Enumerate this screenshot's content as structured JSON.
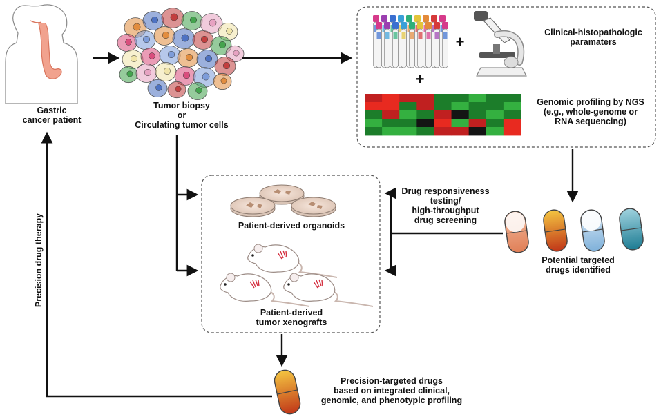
{
  "patient": {
    "label_lines": [
      "Gastric",
      "cancer patient"
    ]
  },
  "biopsy": {
    "label_lines": [
      "Tumor biopsy",
      "or",
      "Circulating tumor cells"
    ]
  },
  "clinical": {
    "label_lines": [
      "Clinical-histopathologic",
      "paramaters"
    ],
    "plus": "+"
  },
  "genomic": {
    "label_lines": [
      "Genomic profiling by NGS",
      "(e.g., whole-genome or",
      "RNA sequencing)"
    ]
  },
  "drug_testing": {
    "label_lines": [
      "Drug responsiveness",
      "testing/",
      "high-throughput",
      "drug screening"
    ]
  },
  "organoids": {
    "label": "Patient-derived organoids"
  },
  "xenografts": {
    "label_lines": [
      "Patient-derived",
      "tumor xenografts"
    ]
  },
  "targeted": {
    "label_lines": [
      "Potential targeted",
      "drugs identified"
    ]
  },
  "precision": {
    "label_lines": [
      "Precision-targeted drugs",
      "based on integrated clinical,",
      "genomic, and phenotypic profiling"
    ]
  },
  "therapy": {
    "label": "Precision drug therapy"
  },
  "colors": {
    "arrow": "#111111",
    "heat_red": "#e02020",
    "heat_green": "#1f9a2e",
    "tube_caps": [
      "#d63a8a",
      "#9b3fb0",
      "#3a6fd0",
      "#3aa0d8",
      "#2fb07a",
      "#e3c43a",
      "#e38a3a",
      "#d63a3a"
    ]
  },
  "heatmap": [
    [
      "r",
      "R",
      "r",
      "r",
      "g",
      "g",
      "G",
      "g",
      "g"
    ],
    [
      "R",
      "R",
      "g",
      "r",
      "g",
      "G",
      "g",
      "g",
      "G"
    ],
    [
      "g",
      "r",
      "G",
      "g",
      "r",
      "k",
      "g",
      "G",
      "g"
    ],
    [
      "G",
      "g",
      "g",
      "k",
      "R",
      "G",
      "r",
      "g",
      "R"
    ],
    [
      "g",
      "G",
      "G",
      "g",
      "r",
      "r",
      "k",
      "G",
      "R"
    ]
  ]
}
